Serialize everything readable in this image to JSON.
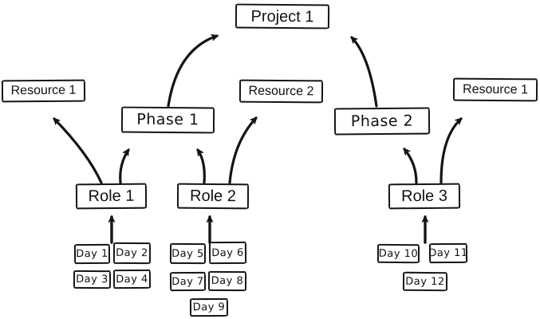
{
  "diagram": {
    "nodes": {
      "project1": {
        "label": "Project 1"
      },
      "resource1_left": {
        "label": "Resource 1"
      },
      "phase1": {
        "label": "Phase 1"
      },
      "resource2": {
        "label": "Resource 2"
      },
      "phase2": {
        "label": "Phase 2"
      },
      "resource1_right": {
        "label": "Resource 1"
      },
      "role1": {
        "label": "Role 1"
      },
      "role2": {
        "label": "Role 2"
      },
      "role3": {
        "label": "Role 3"
      },
      "day1": {
        "label": "Day 1"
      },
      "day2": {
        "label": "Day 2"
      },
      "day3": {
        "label": "Day 3"
      },
      "day4": {
        "label": "Day 4"
      },
      "day5": {
        "label": "Day 5"
      },
      "day6": {
        "label": "Day 6"
      },
      "day7": {
        "label": "Day 7"
      },
      "day8": {
        "label": "Day 8"
      },
      "day9": {
        "label": "Day 9"
      },
      "day10": {
        "label": "Day 10"
      },
      "day11": {
        "label": "Day 11"
      },
      "day12": {
        "label": "Day 12"
      }
    },
    "edges": [
      {
        "from": "Phase 1",
        "to": "Project 1"
      },
      {
        "from": "Phase 2",
        "to": "Project 1"
      },
      {
        "from": "Role 1",
        "to": "Resource 1 (left)"
      },
      {
        "from": "Role 1",
        "to": "Phase 1"
      },
      {
        "from": "Role 2",
        "to": "Phase 1"
      },
      {
        "from": "Role 2",
        "to": "Resource 2"
      },
      {
        "from": "Role 3",
        "to": "Phase 2"
      },
      {
        "from": "Role 3",
        "to": "Resource 1 (right)"
      },
      {
        "from": "Days 1-4",
        "to": "Role 1"
      },
      {
        "from": "Days 5-9",
        "to": "Role 2"
      },
      {
        "from": "Days 10-12",
        "to": "Role 3"
      }
    ],
    "colors": {
      "stroke": "#141414",
      "fill": "#ffffff",
      "background": "#ffffff"
    }
  }
}
